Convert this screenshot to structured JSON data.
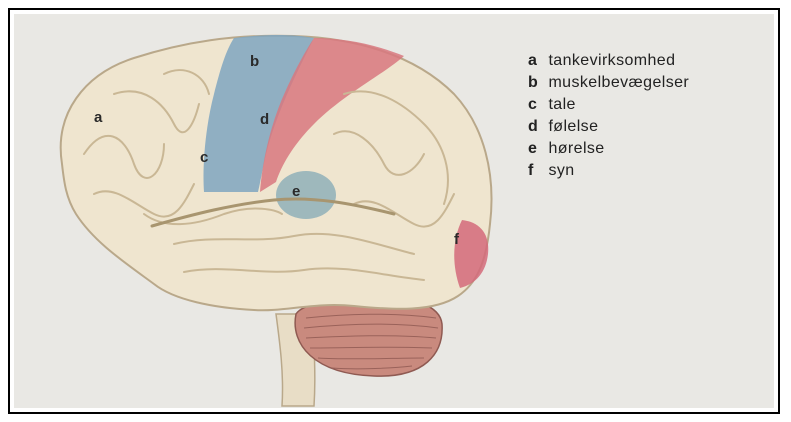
{
  "diagram": {
    "region_labels": {
      "a": "a",
      "b": "b",
      "c": "c",
      "d": "d",
      "e": "e",
      "f": "f"
    },
    "legend": [
      {
        "key": "a",
        "text": "tankevirksomhed"
      },
      {
        "key": "b",
        "text": "muskelbevægelser"
      },
      {
        "key": "c",
        "text": "tale"
      },
      {
        "key": "d",
        "text": "følelse"
      },
      {
        "key": "e",
        "text": "hørelse"
      },
      {
        "key": "f",
        "text": "syn"
      }
    ],
    "colors": {
      "background": "#e9e8e4",
      "brain_tissue": "#efe5cf",
      "brain_outline": "#b9a88a",
      "motor_region": "#7fa6bf",
      "sensory_region": "#d8787f",
      "hearing_region": "#8fb0b8",
      "vision_region": "#d46a7a",
      "cerebellum": "#c98a7e",
      "brainstem": "#e8ddc6"
    }
  }
}
